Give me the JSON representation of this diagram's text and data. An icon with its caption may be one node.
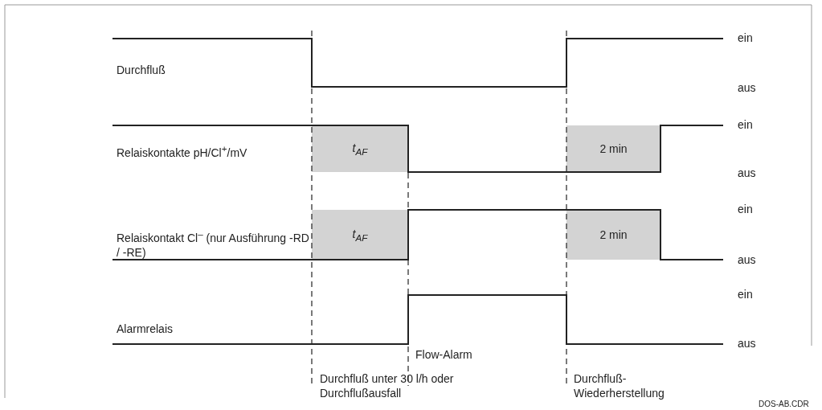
{
  "diagram": {
    "nodes": [
      {
        "text": [
          "t$_{AF}$"
        ]
      },
      {
        "text": [
          "2 min"
        ]
      },
      {
        "text": [
          "t$_{AF}$"
        ]
      },
      {
        "text": [
          "2 min"
        ]
      }
    ],
    "labels": [
      "ein",
      "Durchfluß",
      "aus",
      "ein",
      "Relaiskontakte pH/Cl$^{+}$/mV",
      "aus",
      "ein",
      "Relaiskontakt Cl$^{–}$ (nur Ausführung -RD / -RE)",
      "aus",
      "ein",
      "Alarmrelais",
      "aus",
      "Flow-Alarm",
      "Durchfluß unter 30 l/h oder Durchflußausfall",
      "Durchfluß- Wiederherstellung",
      "DOS-AB.CDR"
    ]
  }
}
